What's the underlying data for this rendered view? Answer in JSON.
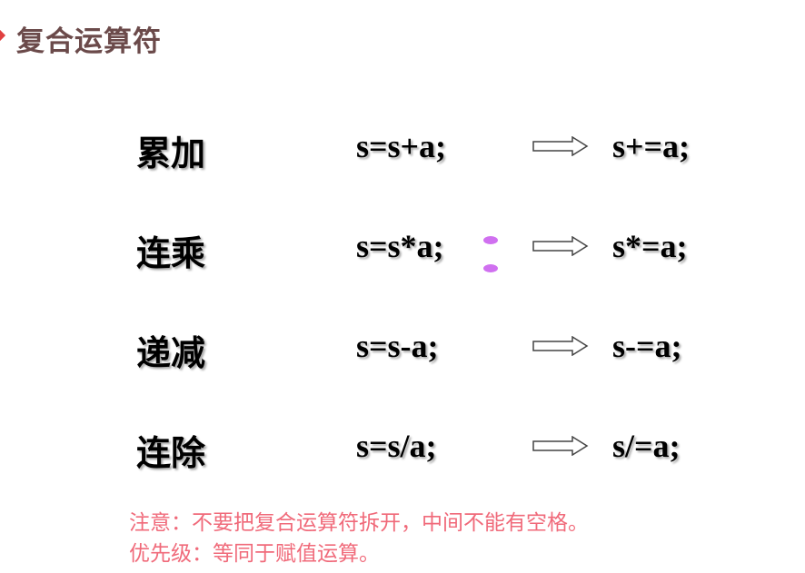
{
  "title": "复合运算符",
  "rows": [
    {
      "label": "累加",
      "before": "s=s+a;",
      "after": "s+=a;"
    },
    {
      "label": "连乘",
      "before": "s=s*a;",
      "after": "s*=a;"
    },
    {
      "label": "递减",
      "before": "s=s-a;",
      "after": "s-=a;"
    },
    {
      "label": "连除",
      "before": "s=s/a;",
      "after": "s/=a;"
    }
  ],
  "notes": [
    "注意：不要把复合运算符拆开，中间不能有空格。",
    "优先级：等同于赋值运算。"
  ],
  "colors": {
    "title": "#6b4a4a",
    "note": "#f06a7a",
    "cursor": "#d070f0"
  }
}
